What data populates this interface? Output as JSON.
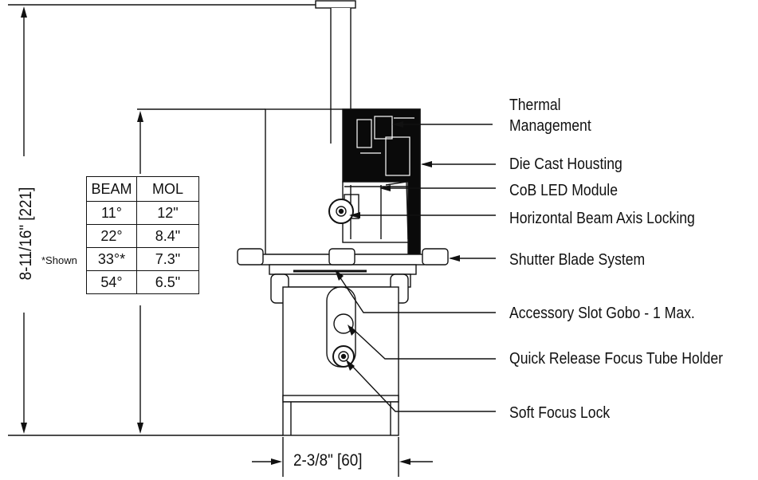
{
  "dimensions": {
    "height": "8-11/16\" [221]",
    "width": "2-3/8\" [60]"
  },
  "beam_table": {
    "headers": [
      "BEAM",
      "MOL"
    ],
    "rows": [
      [
        "11°",
        "12\""
      ],
      [
        "22°",
        "8.4\""
      ],
      [
        "33°*",
        "7.3\""
      ],
      [
        "54°",
        "6.5\""
      ]
    ],
    "shown_note": "*Shown"
  },
  "callouts": [
    {
      "text": "Thermal"
    },
    {
      "text": "Management"
    },
    {
      "text": "Die Cast Housting"
    },
    {
      "text": "CoB LED Module"
    },
    {
      "text": "Horizontal Beam Axis Locking"
    },
    {
      "text": "Shutter Blade System"
    },
    {
      "text": "Accessory Slot Gobo - 1 Max."
    },
    {
      "text": "Quick Release Focus Tube Holder"
    },
    {
      "text": "Soft Focus Lock"
    }
  ]
}
